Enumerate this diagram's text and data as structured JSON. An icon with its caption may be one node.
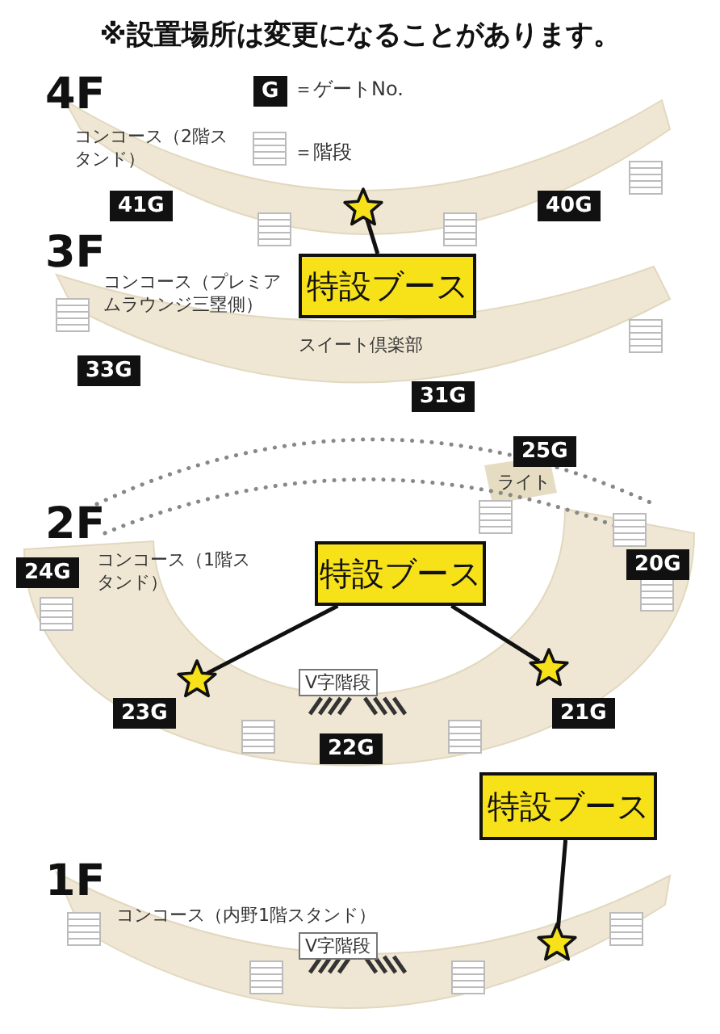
{
  "diagram": {
    "title": "※設置場所は変更になることがあります。",
    "nodes": [
      {
        "text": [],
        "shape": "star"
      },
      {
        "text": [
          "特設ブース"
        ]
      },
      {
        "text": [
          "特設ブース"
        ]
      },
      {
        "text": [],
        "shape": "star"
      },
      {
        "text": [],
        "shape": "star"
      },
      {
        "text": [
          "特設ブース"
        ]
      },
      {
        "text": [],
        "shape": "star"
      }
    ],
    "edges": [
      {
        "from": 1,
        "to": 0,
        "arrow": "none"
      },
      {
        "from": 2,
        "to": 3,
        "arrow": "none"
      },
      {
        "from": 2,
        "to": 4,
        "arrow": "none"
      },
      {
        "from": 5,
        "to": 6,
        "arrow": "none"
      }
    ],
    "labels": [
      "4F",
      "G",
      "コンコース（2階スタンド）",
      "41G",
      "40G",
      "3F",
      "コンコース（プレミアムラウンジ三塁側）",
      "スイート倶楽部",
      "33G",
      "31G",
      "25G",
      "ライト",
      "2F",
      "24G",
      "コンコース（1階スタンド）",
      "20G",
      "V字階段",
      "23G",
      "21G",
      "22G",
      "1F",
      "コンコース（内野1階スタンド）",
      "V字階段"
    ],
    "legend": [
      {
        "text": "＝ゲートNo."
      },
      {
        "text": "＝階段"
      }
    ]
  }
}
